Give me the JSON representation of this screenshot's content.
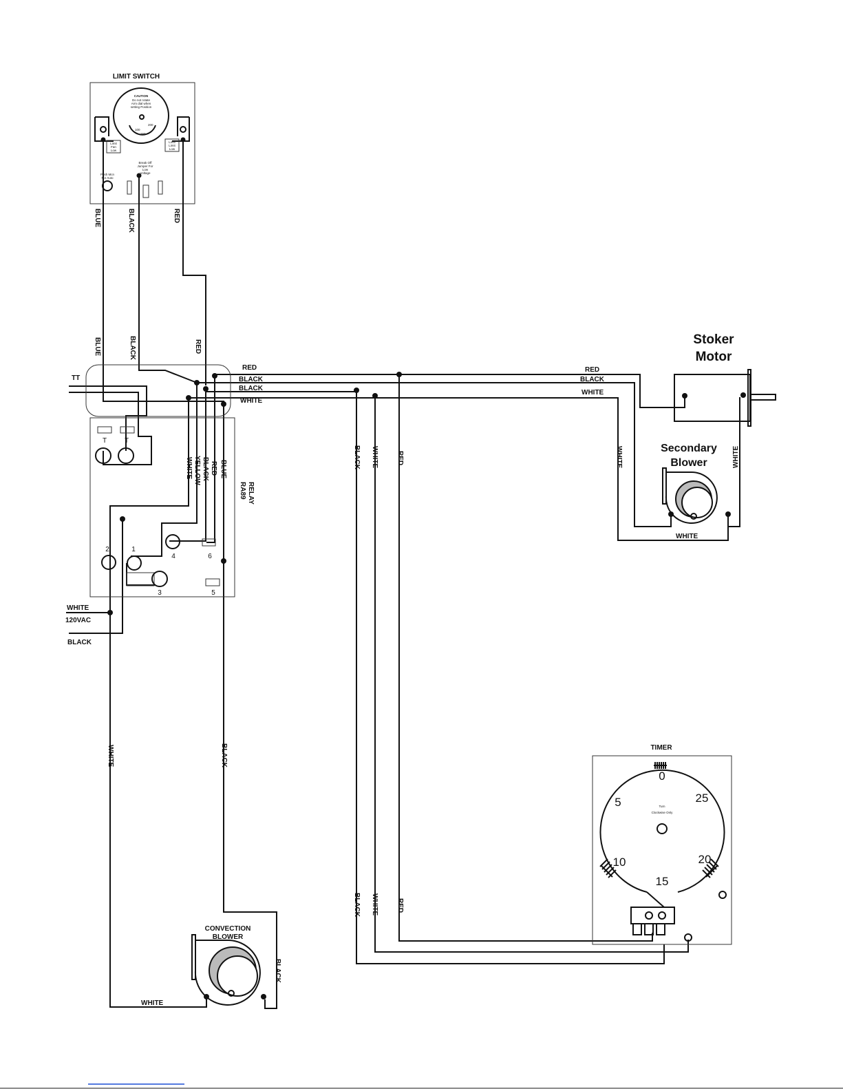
{
  "limit_switch": {
    "title": "LIMIT SWITCH",
    "caution_title": "CAUTION",
    "caution_lines": [
      "Do not rotate",
      "Arm dial when",
      "setting Position"
    ],
    "dial_marks": [
      "100",
      "150",
      "200"
    ],
    "left_tab_lines": [
      "Limit",
      "Fan",
      "Low"
    ],
    "right_tab_lines": [
      "Limit",
      "Limit",
      "Low"
    ],
    "left_note_lines": [
      "Push Mcn",
      "For Auto"
    ],
    "center_note_lines": [
      "Break Off",
      "Jumper For",
      "Low",
      "Voltage"
    ]
  },
  "wire_labels": {
    "blue": "BLUE",
    "black": "BLACK",
    "red": "RED",
    "white": "WHITE",
    "yellow": "YELLOW",
    "tt": "TT",
    "supply_voltage": "120VAC"
  },
  "relay": {
    "name_line1": "RA89",
    "name_line2": "RELAY",
    "terminal_labels": [
      "T",
      "T"
    ],
    "terminal_numbers": [
      "1",
      "2",
      "3",
      "4",
      "5",
      "6"
    ]
  },
  "stoker_motor": {
    "line1": "Stoker",
    "line2": "Motor"
  },
  "secondary_blower": {
    "line1": "Secondary",
    "line2": "Blower"
  },
  "convection_blower": {
    "line1": "CONVECTION",
    "line2": "BLOWER"
  },
  "timer": {
    "title": "TIMER",
    "instruction_lines": [
      "Turn",
      "Clockwise Only"
    ],
    "dial_numbers": [
      "0",
      "5",
      "10",
      "15",
      "20",
      "25"
    ]
  }
}
